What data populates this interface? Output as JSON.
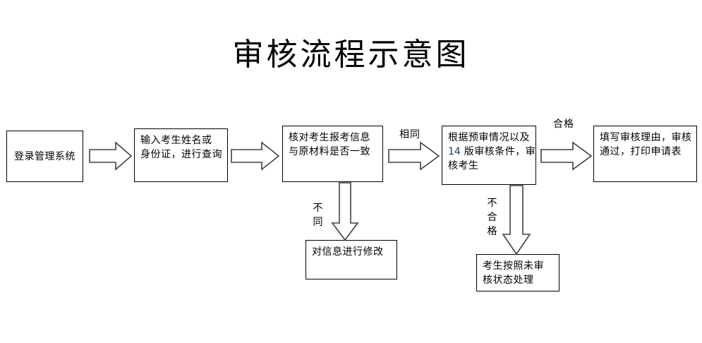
{
  "title": "审核流程示意图",
  "diagram": {
    "nodes": [
      {
        "id": "login",
        "lines": [
          "登录管理系统"
        ]
      },
      {
        "id": "search",
        "lines": [
          "输入考生姓名或",
          "身份证，进行查询"
        ]
      },
      {
        "id": "verify",
        "lines": [
          "核对考生报考信息",
          "与原材料是否一致"
        ]
      },
      {
        "id": "review",
        "lines": [
          "根据预审情况以及",
          "14 版审核条件，审",
          "核考生"
        ],
        "highlight": "14"
      },
      {
        "id": "approve",
        "lines": [
          "填写审核理由，审核",
          "通过，打印申请表"
        ]
      },
      {
        "id": "modify",
        "lines": [
          "对信息进行修改"
        ]
      },
      {
        "id": "pending",
        "lines": [
          "考生按照未审",
          "核状态处理"
        ]
      }
    ],
    "edge_labels": {
      "same": "相同",
      "pass": "合格",
      "different": "不同",
      "fail": "不合格"
    },
    "colors": {
      "box_border": "#000000",
      "arrow_outline": "#404040",
      "arrow_fill": "#ffffff",
      "text": "#000000",
      "highlight": "#1f3864"
    }
  }
}
